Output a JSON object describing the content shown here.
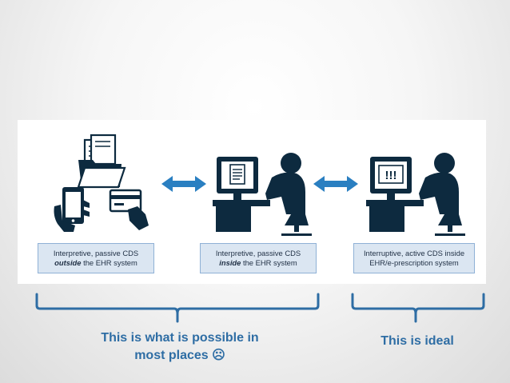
{
  "panels": [
    {
      "line1": "Interpretive, passive CDS",
      "line2_emph": "outside",
      "line2_rest": " the EHR system"
    },
    {
      "line1": "Interpretive, passive CDS",
      "line2_emph": "inside",
      "line2_rest": " the EHR system"
    },
    {
      "line1": "Interruptive, active CDS inside",
      "line2": "EHR/e-prescription system"
    }
  ],
  "alert_symbol": "!!!",
  "captions": {
    "left_line1": "This is what is possible in",
    "left_line2": "most places",
    "left_emoticon": "☹",
    "right": "This is ideal"
  },
  "colors": {
    "icon_dark": "#0d2a3f",
    "arrow_blue": "#2a7fc1",
    "bracket_blue": "#2e6da4",
    "box_fill": "#dbe6f2",
    "box_border": "#8fb1d6"
  },
  "icons": [
    "folder-document-icon",
    "smartphone-hand-icon",
    "credit-card-hand-icon",
    "bidirectional-arrow-icon",
    "computer-user-icon",
    "alert-monitor-icon"
  ]
}
